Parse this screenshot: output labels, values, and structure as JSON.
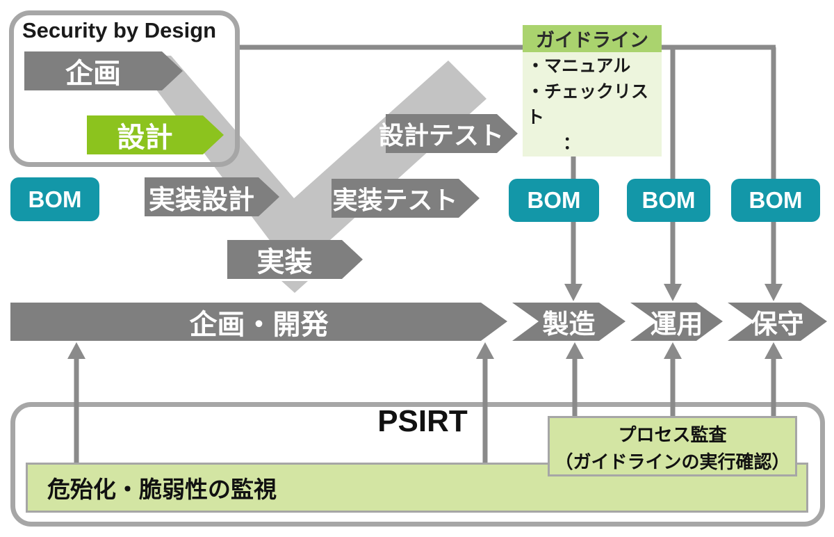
{
  "diagram": {
    "security_box": {
      "title": "Security by Design"
    },
    "stages_upper": {
      "plan": "企画",
      "design": "設計",
      "impl_design": "実装設計",
      "implementation": "実装",
      "impl_test": "実装テスト",
      "design_test": "設計テスト"
    },
    "guideline": {
      "title": "ガイドライン",
      "items": [
        "・マニュアル",
        "・チェックリスト"
      ],
      "ellipsis": "："
    },
    "bom_label": "BOM",
    "process_stages": [
      "企画・開発",
      "製造",
      "運用",
      "保守"
    ],
    "psirt": {
      "label": "PSIRT",
      "monitoring": "危殆化・脆弱性の監視",
      "audit_line1": "プロセス監査",
      "audit_line2": "（ガイドラインの実行確認）"
    },
    "colors": {
      "dark_gray_arrow": "#7f7f7f",
      "light_gray_v": "#c3c3c3",
      "green_accent": "#8cc31e",
      "teal_bom": "#1397a8",
      "guideline_header_green": "#aad36e",
      "guideline_body_green": "#edf5dd",
      "monitor_green": "#d3e5a3",
      "connector_gray": "#8a8a8a",
      "border_gray": "#a6a6a6"
    }
  }
}
